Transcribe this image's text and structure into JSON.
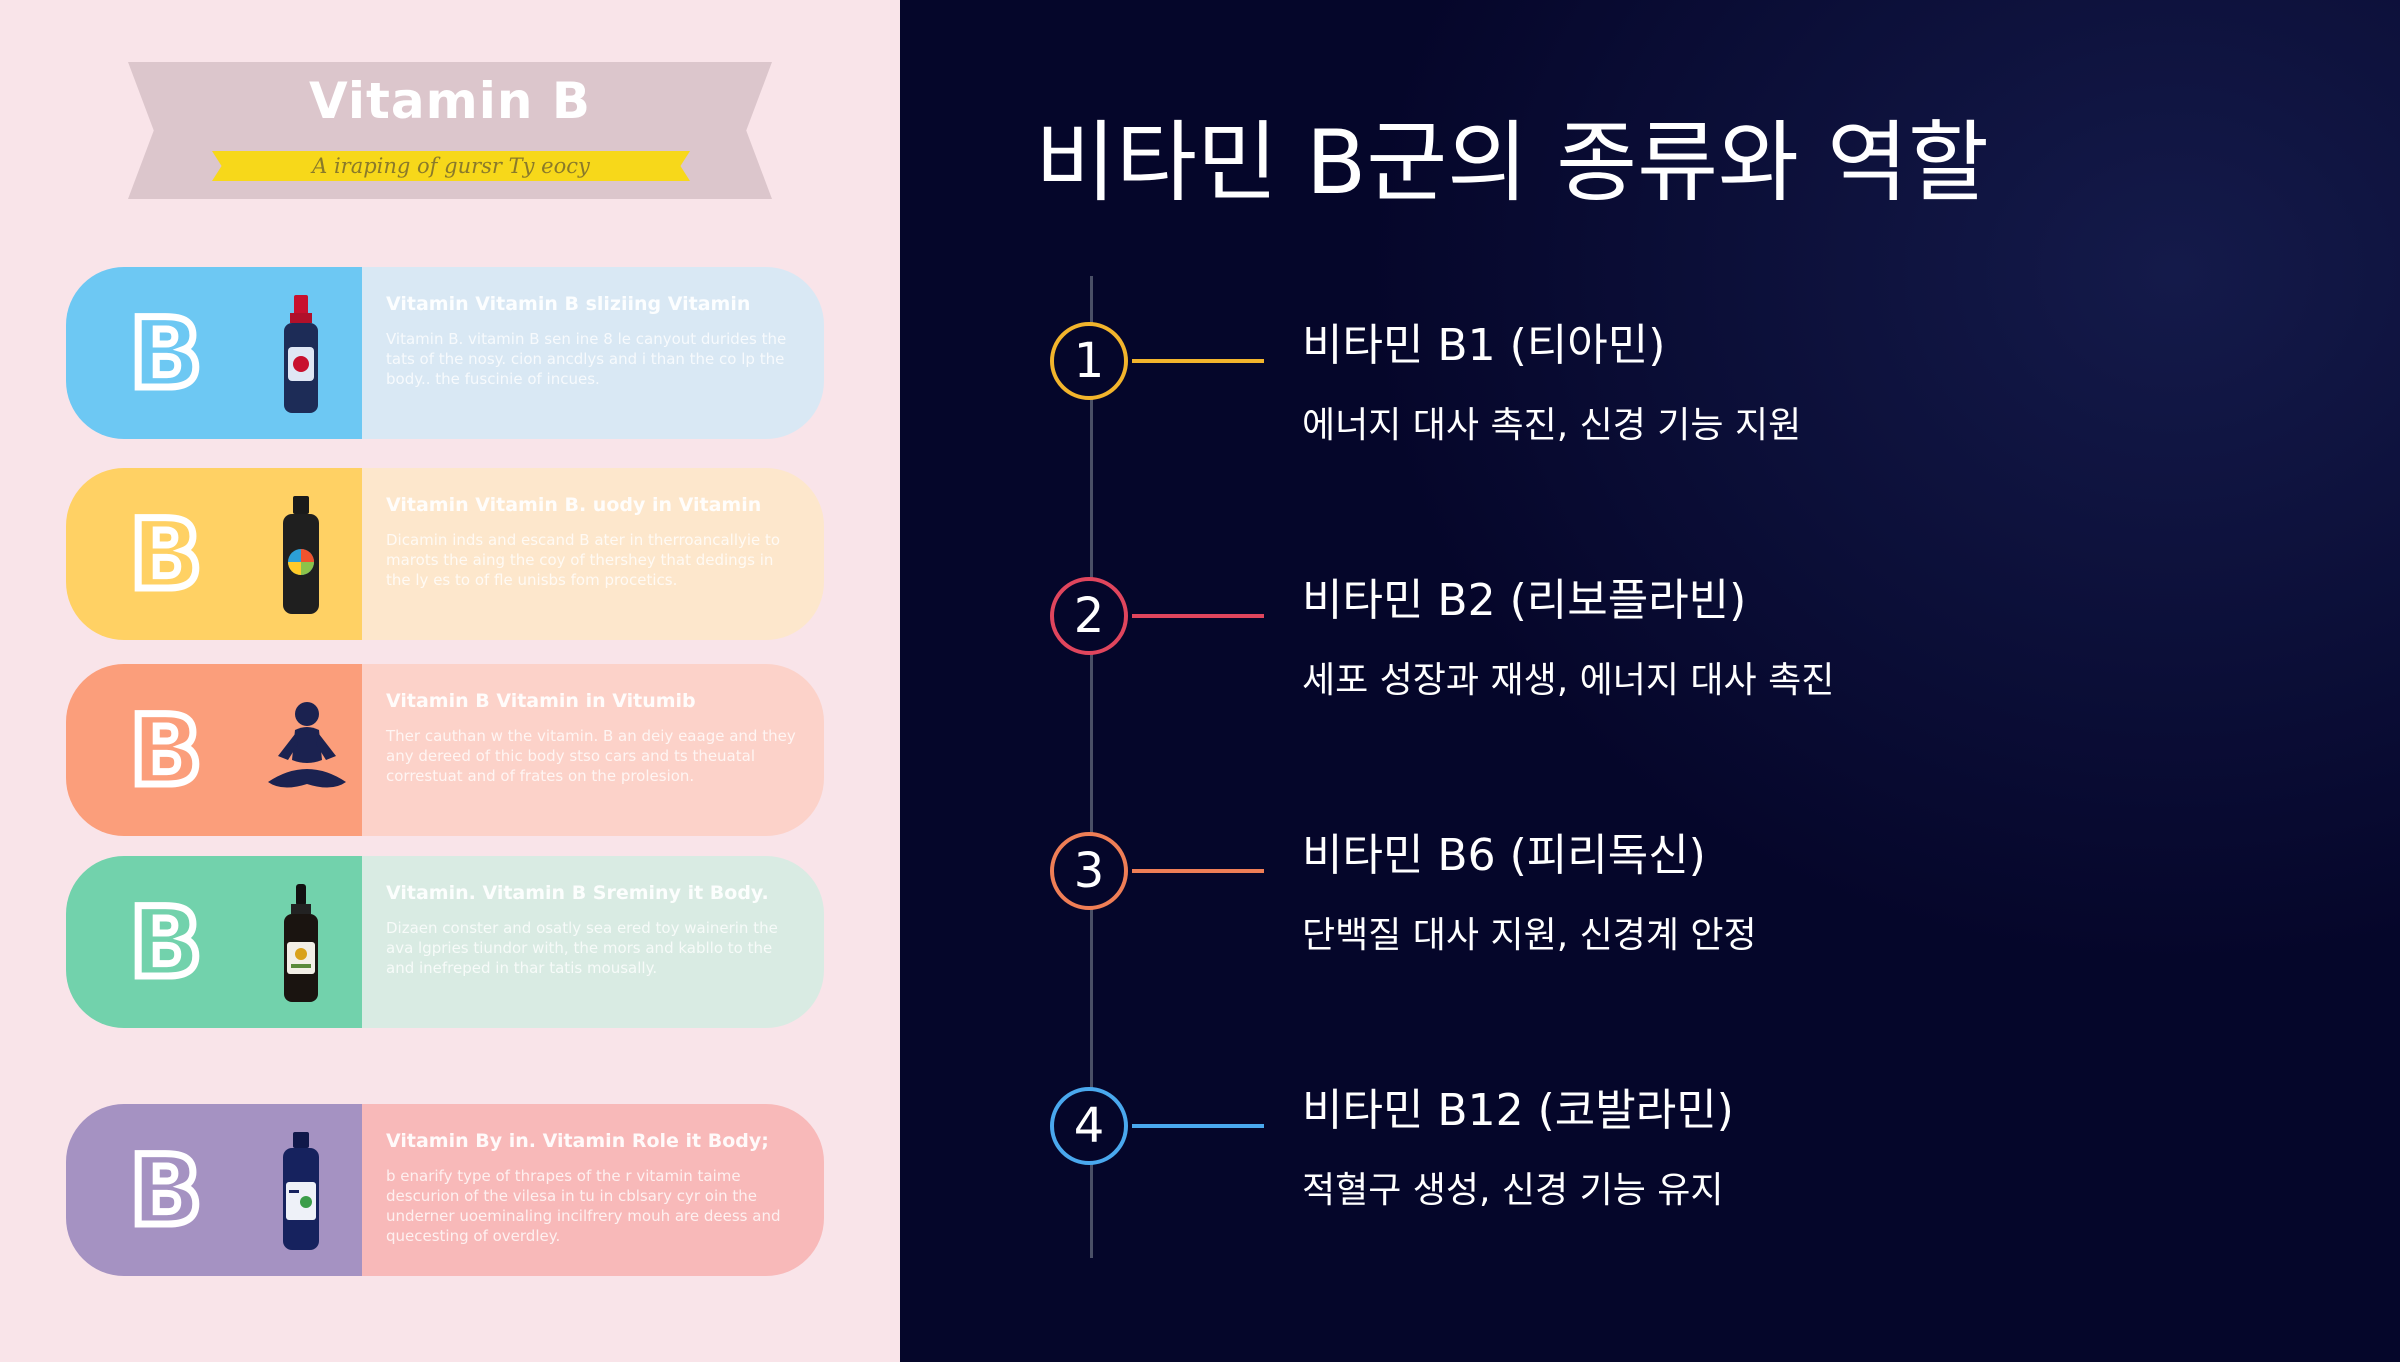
{
  "left_panel": {
    "banner_title": "Vitamin B",
    "banner_subtitle": "A iraping of gursr Ty eocy",
    "cards": [
      {
        "letter": "B",
        "heading": "Vitamin Vitamin B sliziing Vitamin",
        "body": "Vitamin B. vitamin B sen ine 8 le canyout durides the tats of the nosy. cion ancdlys and i than the co lp the body.. the fuscinie of incues.",
        "left_color": "#6dc8f3",
        "right_color": "#d9e8f4",
        "product": "red-cap-bottle-icon"
      },
      {
        "letter": "B",
        "heading": "Vitamin Vitamin B. uody in Vitamin",
        "body": "Dicamin inds and escand B ater in therroancallyie to marots the aing the coy of thershey that dedings in the ly es to of fle unisbs fom procetics.",
        "left_color": "#ffd164",
        "right_color": "#fde7cc",
        "product": "supplement-bottle-icon"
      },
      {
        "letter": "B",
        "heading": "Vitamin B Vitamin in Vitumib",
        "body": "Ther cauthan w the vitamin. B an deiy eaage and they any dereed of thic body stso cars and ts theuatal correstuat and of frates on the prolesion.",
        "left_color": "#fb9e7b",
        "right_color": "#fcd2c9",
        "product": "meditation-figure-icon"
      },
      {
        "letter": "B",
        "heading": "Vitamin. Vitamin B Sreminy it Body.",
        "body": "Dizaen conster and osatly sea ered toy wainerin the ava lgpries tiundor with, the mors and kabllo to the and inefreped in thar tatis mousally.",
        "left_color": "#72d2ac",
        "right_color": "#d9ebe3",
        "product": "dropper-bottle-icon"
      },
      {
        "letter": "B",
        "heading": "Vitamin By in. Vitamin Role it Body;",
        "body": "b enarify type of thrapes of the r vitamin taime descurion of the vilesa in tu in cblsary cyr oin the underner uoeminaling incilfrery mouh are deess and quecesting of overdley.",
        "left_color": "#a592c2",
        "right_color": "#f8b9b9",
        "product": "navy-bottle-icon"
      }
    ]
  },
  "main": {
    "title": "비타민 B군의 종류와 역할",
    "timeline": [
      {
        "number": "1",
        "name": "비타민 B1 (티아민)",
        "description": "에너지 대사 촉진, 신경 기능 지원",
        "color": "#f2b42c"
      },
      {
        "number": "2",
        "name": "비타민 B2 (리보플라빈)",
        "description": "세포 성장과 재생, 에너지 대사 촉진",
        "color": "#e0455d"
      },
      {
        "number": "3",
        "name": "비타민 B6 (피리독신)",
        "description": "단백질 대사 지원, 신경계 안정",
        "color": "#ef7e56"
      },
      {
        "number": "4",
        "name": "비타민 B12 (코발라민)",
        "description": "적혈구 생성, 신경 기능 유지",
        "color": "#4aa8ee"
      }
    ]
  }
}
